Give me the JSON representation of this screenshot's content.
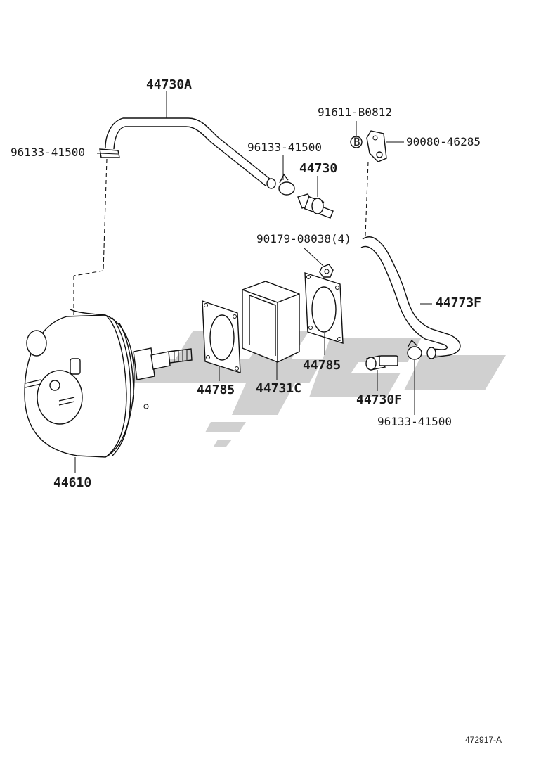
{
  "diagram": {
    "parts": [
      {
        "id": "p-44730A",
        "label": "44730A"
      },
      {
        "id": "p-96133-41500-a",
        "label": "96133-41500"
      },
      {
        "id": "p-96133-41500-b",
        "label": "96133-41500"
      },
      {
        "id": "p-44730",
        "label": "44730"
      },
      {
        "id": "p-91611-B0812",
        "label": "91611-B0812"
      },
      {
        "id": "p-90080-46285",
        "label": "90080-46285"
      },
      {
        "id": "p-90179-08038",
        "label": "90179-08038(4)"
      },
      {
        "id": "p-44773F",
        "label": "44773F"
      },
      {
        "id": "p-44785-a",
        "label": "44785"
      },
      {
        "id": "p-44785-b",
        "label": "44785"
      },
      {
        "id": "p-44731C",
        "label": "44731C"
      },
      {
        "id": "p-44730F",
        "label": "44730F"
      },
      {
        "id": "p-96133-41500-c",
        "label": "96133-41500"
      },
      {
        "id": "p-44610",
        "label": "44610"
      }
    ],
    "callout_badge": "B",
    "figure_number": "472917-A"
  }
}
